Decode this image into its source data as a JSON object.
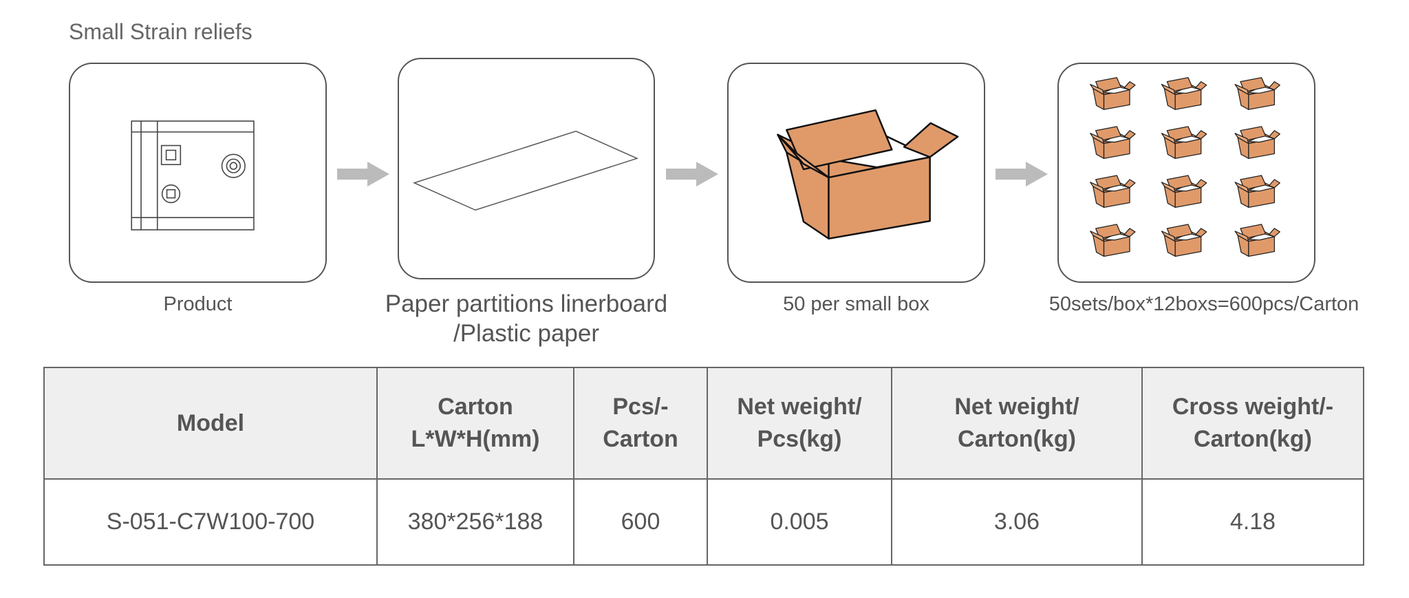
{
  "title": "Small Strain reliefs",
  "steps": [
    {
      "caption": "Product"
    },
    {
      "caption_line1": "Paper partitions linerboard",
      "caption_line2": "/Plastic paper"
    },
    {
      "caption": "50 per small box"
    },
    {
      "caption": "50sets/box*12boxs=600pcs/Carton"
    }
  ],
  "colors": {
    "box_fill": "#e09a6a",
    "arrow": "#bbbbbb",
    "border": "#555555",
    "header_bg": "#efefef"
  },
  "table": {
    "headers": [
      {
        "line1": "Model",
        "line2": ""
      },
      {
        "line1": "Carton",
        "line2": "L*W*H(mm)"
      },
      {
        "line1": "Pcs/-",
        "line2": "Carton"
      },
      {
        "line1": "Net weight/",
        "line2": "Pcs(kg)"
      },
      {
        "line1": "Net weight/",
        "line2": "Carton(kg)"
      },
      {
        "line1": "Cross weight/-",
        "line2": "Carton(kg)"
      }
    ],
    "rows": [
      [
        "S-051-C7W100-700",
        "380*256*188",
        "600",
        "0.005",
        "3.06",
        "4.18"
      ]
    ]
  }
}
